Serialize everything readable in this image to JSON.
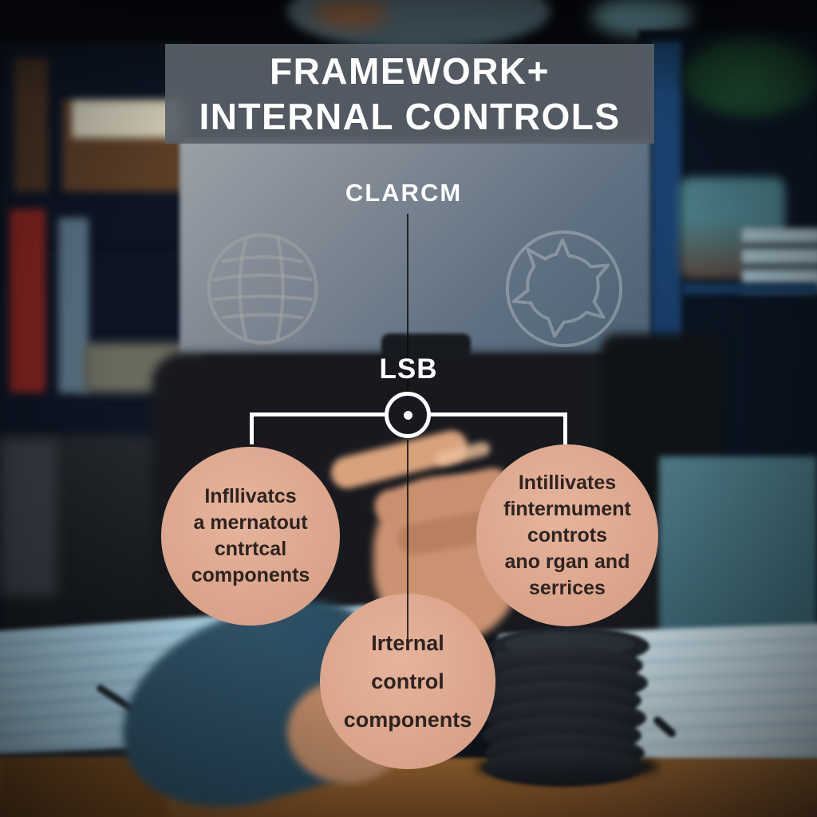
{
  "diagram": {
    "title": {
      "line1": "FRAMEWORK+",
      "line2": "INTERNAL CONTROLS"
    },
    "subtitle": "CLARCM",
    "node_label": "LSB",
    "icons": {
      "left": "globe",
      "right": "gear"
    },
    "bubbles": {
      "left": {
        "lines": [
          "Infllivatcs",
          "a mernatout",
          "cntrtcal",
          "components"
        ]
      },
      "right": {
        "lines": [
          "Intillivates",
          "fintermument",
          "controts",
          "ano rgan and",
          "serrices"
        ]
      },
      "bottom": {
        "lines": [
          "Irternal",
          "control",
          "components"
        ]
      }
    },
    "colors": {
      "banner_bg": "#58606a",
      "title_text": "#ffffff",
      "connector_white": "#ffffff",
      "connector_dark": "#141414",
      "bubble_fill": "#dba48c",
      "bubble_text": "#2e2320",
      "globe_icon_stroke": "#a6a6a6",
      "gear_icon_stroke": "#b4bfc3"
    }
  }
}
